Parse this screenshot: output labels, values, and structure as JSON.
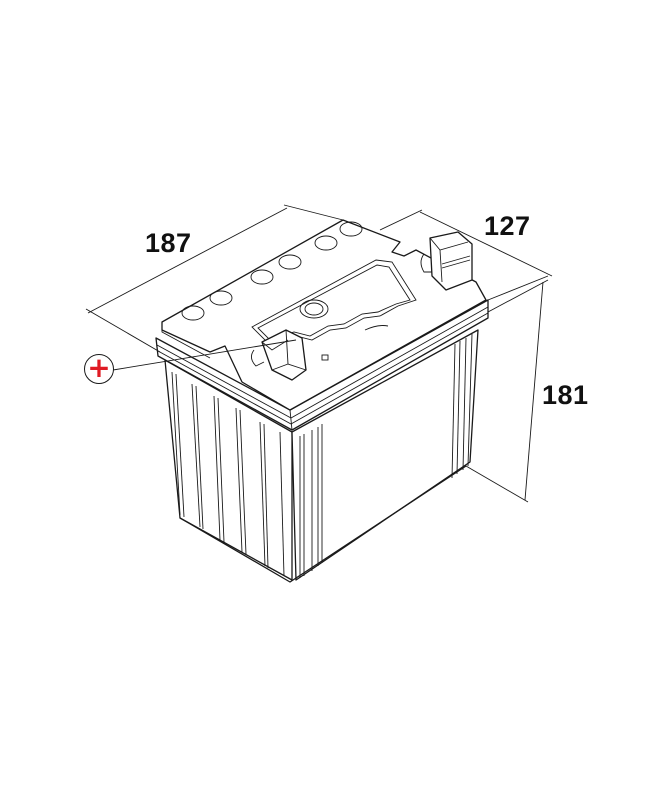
{
  "diagram": {
    "subject": "battery",
    "dimensions": {
      "length": "187",
      "width": "127",
      "height": "181"
    },
    "terminal_marker": {
      "symbol": "+",
      "color": "#e01b24",
      "label": "positive-terminal"
    },
    "colors": {
      "line": "#1a1a1a",
      "background": "#ffffff"
    }
  }
}
